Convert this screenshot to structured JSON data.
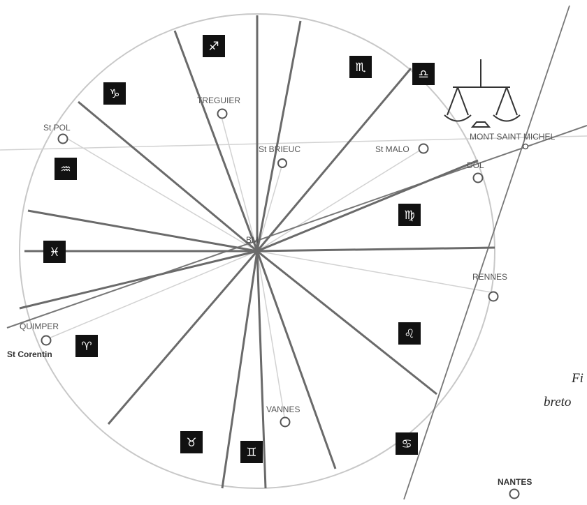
{
  "center_label": "BM",
  "cities": [
    {
      "name": "St POL"
    },
    {
      "name": "TREGUIER"
    },
    {
      "name": "St BRIEUC"
    },
    {
      "name": "St MALO"
    },
    {
      "name": "MONT SAINT MICHEL"
    },
    {
      "name": "DOL"
    },
    {
      "name": "RENNES"
    },
    {
      "name": "QUIMPER"
    },
    {
      "name": "St Corentin"
    },
    {
      "name": "VANNES"
    },
    {
      "name": "NANTES"
    }
  ],
  "caption": {
    "line1": "Fi",
    "line2": "breto"
  },
  "signs": [
    {
      "name": "capricorn",
      "glyph": "♑"
    },
    {
      "name": "sagittarius",
      "glyph": "♐"
    },
    {
      "name": "scorpio",
      "glyph": "♏"
    },
    {
      "name": "libra",
      "glyph": "♎"
    },
    {
      "name": "aquarius",
      "glyph": "♒"
    },
    {
      "name": "virgo",
      "glyph": "♍"
    },
    {
      "name": "pisces",
      "glyph": "♓"
    },
    {
      "name": "leo",
      "glyph": "♌"
    },
    {
      "name": "aries",
      "glyph": "♈"
    },
    {
      "name": "cancer",
      "glyph": "♋"
    },
    {
      "name": "taurus",
      "glyph": "♉"
    },
    {
      "name": "gemini",
      "glyph": "♊"
    }
  ]
}
